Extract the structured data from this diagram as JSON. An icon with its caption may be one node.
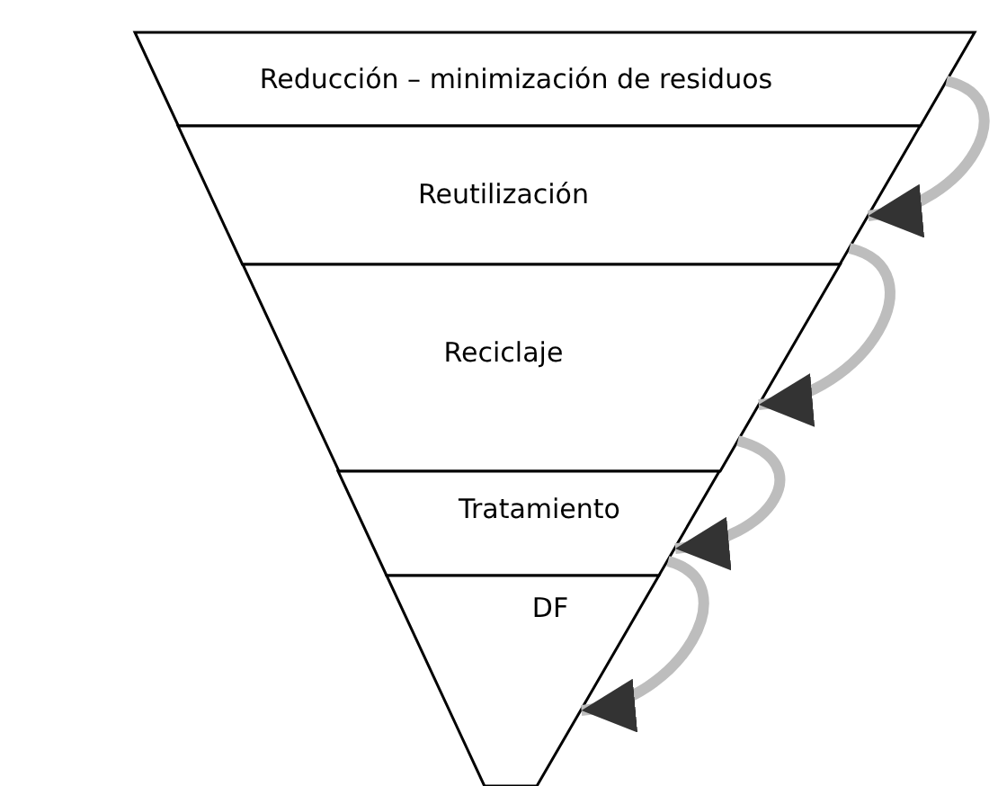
{
  "diagram": {
    "nodes": [
      {
        "text": [
          "Reducción – minimización de residuos"
        ]
      },
      {
        "text": [
          "Reutilización"
        ]
      },
      {
        "text": [
          "Reciclaje"
        ]
      },
      {
        "text": [
          "Tratamiento"
        ]
      },
      {
        "text": [
          "DF"
        ]
      }
    ],
    "edges": [
      {
        "from": 0,
        "to": 1,
        "arrow": "to"
      },
      {
        "from": 1,
        "to": 2,
        "arrow": "to"
      },
      {
        "from": 2,
        "to": 3,
        "arrow": "to"
      },
      {
        "from": 3,
        "to": 4,
        "arrow": "to"
      }
    ]
  }
}
